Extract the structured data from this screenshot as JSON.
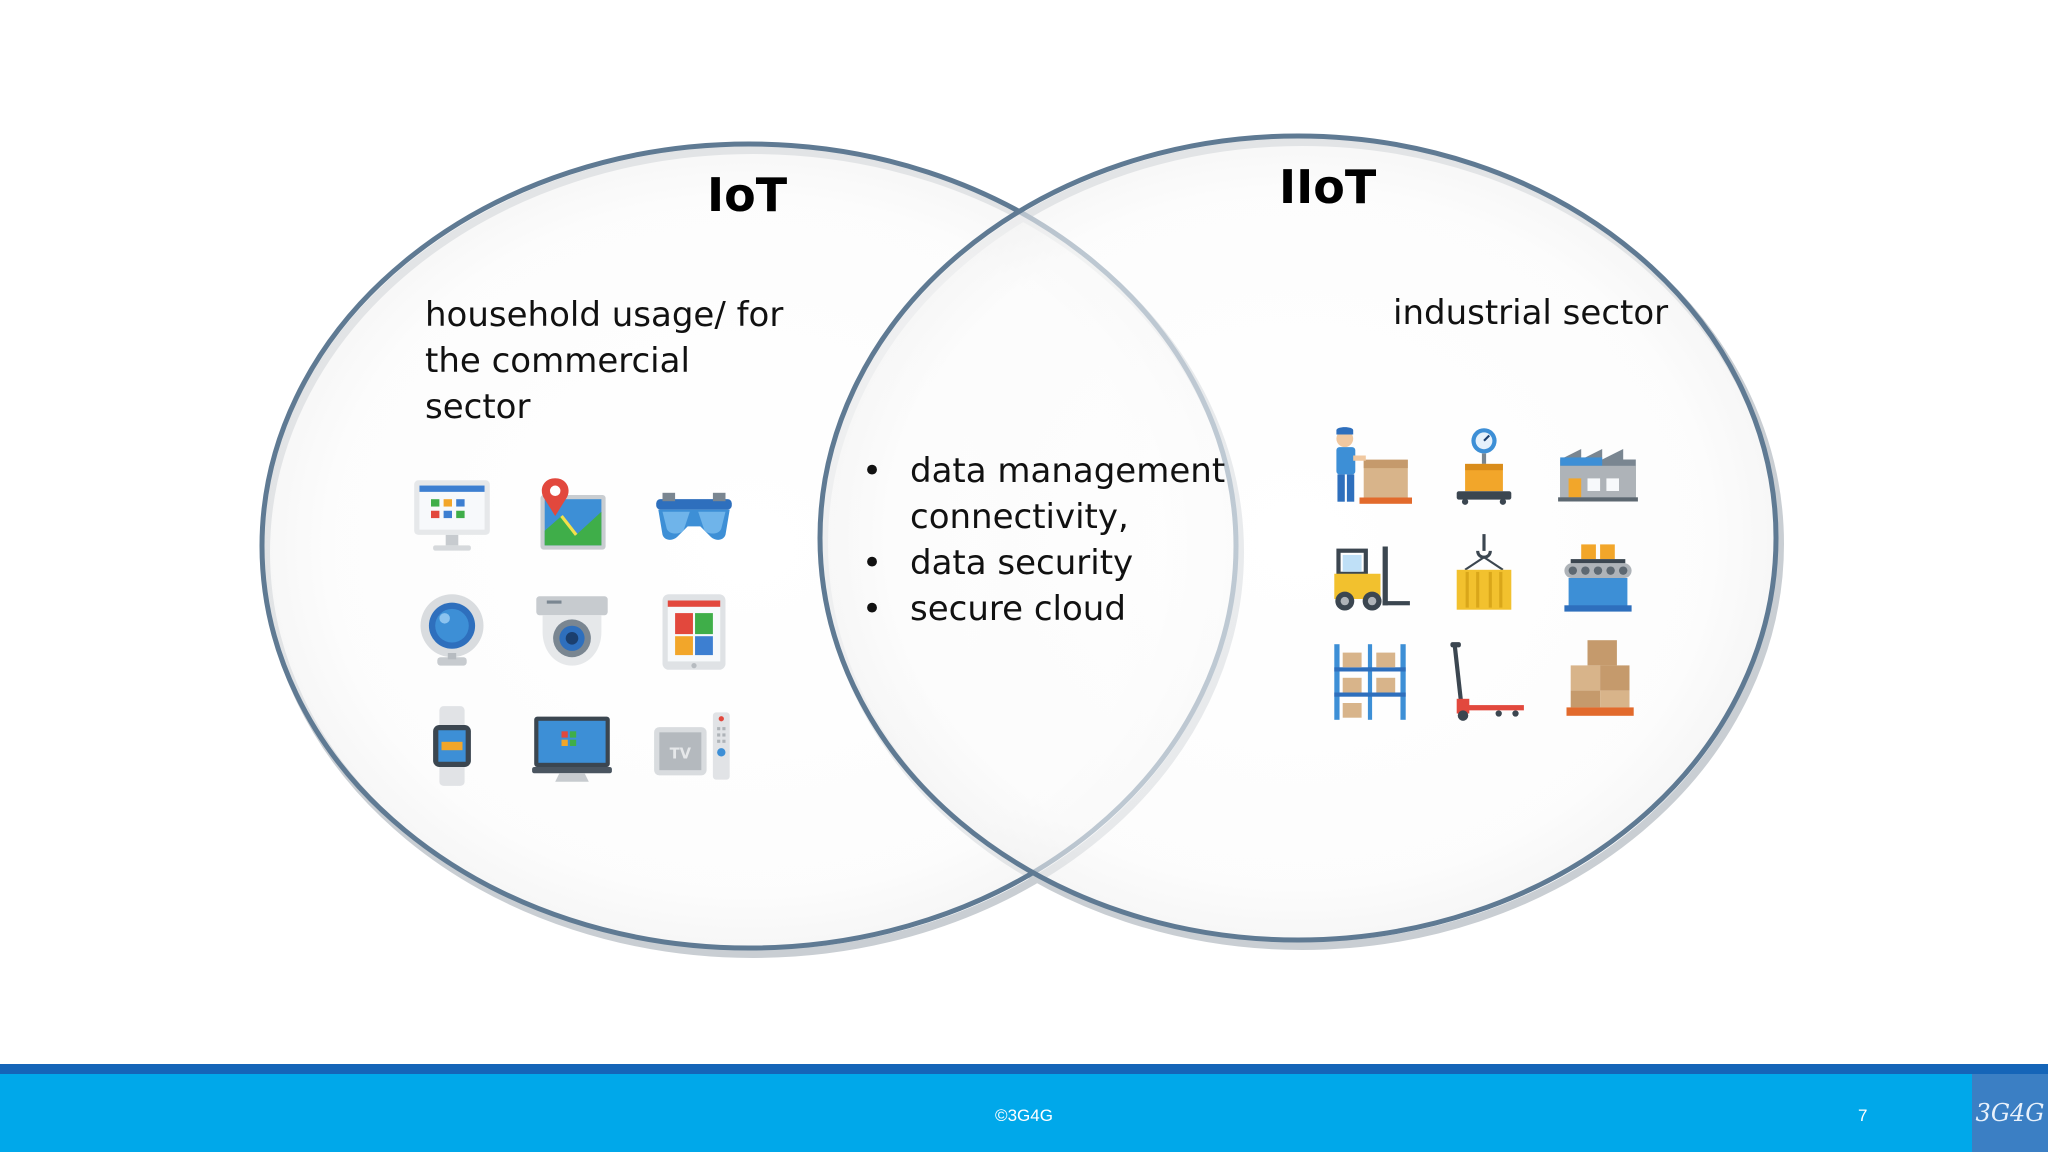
{
  "iot": {
    "title": "IoT",
    "description_lines": [
      "household usage/ for",
      "the commercial",
      "sector"
    ],
    "icons": [
      "computer-monitor-icon",
      "map-location-icon",
      "smart-glasses-icon",
      "webcam-icon",
      "security-camera-icon",
      "tablet-icon",
      "smartwatch-icon",
      "laptop-icon",
      "tv-remote-icon"
    ]
  },
  "iiot": {
    "title": "IIoT",
    "description": "industrial sector",
    "icons": [
      "warehouse-worker-icon",
      "weighing-scale-icon",
      "factory-icon",
      "forklift-icon",
      "crane-container-icon",
      "conveyor-belt-icon",
      "storage-rack-icon",
      "pallet-jack-icon",
      "stacked-boxes-icon"
    ]
  },
  "overlap": {
    "items": [
      {
        "text": "data management",
        "bullet": true
      },
      {
        "text": "connectivity,",
        "bullet": false
      },
      {
        "text": "data security",
        "bullet": true
      },
      {
        "text": "secure cloud",
        "bullet": true
      }
    ]
  },
  "footer": {
    "copyright": "©3G4G",
    "page": "7",
    "logo_text": "3G4G"
  },
  "colors": {
    "circle_stroke": "#5f7a93",
    "footer_bar": "#00a8ea",
    "footer_line": "#1565b8",
    "logo_bg": "#3b7fc4"
  }
}
